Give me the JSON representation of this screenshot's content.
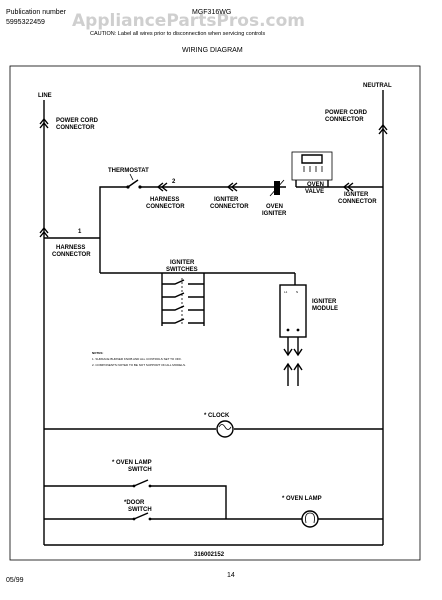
{
  "header": {
    "publication_label": "Publication number",
    "publication_number": "5995322459",
    "model": "MGF316WG",
    "caution": "CAUTION: Label all wires prior to disconnection when servicing controls",
    "title": "WIRING DIAGRAM",
    "watermark": "AppliancePartsPros.com"
  },
  "labels": {
    "line": "LINE",
    "neutral": "NEUTRAL",
    "power_cord_left_1": "POWER CORD",
    "power_cord_left_2": "CONNECTOR",
    "power_cord_right_1": "POWER CORD",
    "power_cord_right_2": "CONNECTOR",
    "thermostat": "THERMOSTAT",
    "harness_top_1": "HARNESS",
    "harness_top_2": "CONNECTOR",
    "igniter_connector_left_1": "IGNITER",
    "igniter_connector_left_2": "CONNECTOR",
    "oven_igniter_1": "OVEN",
    "oven_igniter_2": "IGNITER",
    "oven_valve_1": "OVEN",
    "oven_valve_2": "VALVE",
    "igniter_connector_right_1": "IGNITER",
    "igniter_connector_right_2": "CONNECTOR",
    "harness_left_1": "HARNESS",
    "harness_left_2": "CONNECTOR",
    "igniter_switches_1": "IGNITER",
    "igniter_switches_2": "SWITCHES",
    "igniter_module_1": "IGNITER",
    "igniter_module_2": "MODULE",
    "notes_title": "NOTES:",
    "note_1": "1. SURFACE BURNER KNOB AND ALL CONTROLS SET TO OFF.",
    "note_2": "2. COMPONENTS NOTED TO BE NOT SUPPORT ON ALL MODELS.",
    "clock": "* CLOCK",
    "oven_lamp_switch_1": "* OVEN LAMP",
    "oven_lamp_switch_2": "SWITCH",
    "door_switch_1": "*DOOR",
    "door_switch_2": "SWITCH",
    "oven_lamp": "* OVEN LAMP",
    "wire_1": "1",
    "wire_2": "2",
    "part_number": "316002152"
  },
  "footer": {
    "date": "05/99",
    "page_number": "14"
  }
}
